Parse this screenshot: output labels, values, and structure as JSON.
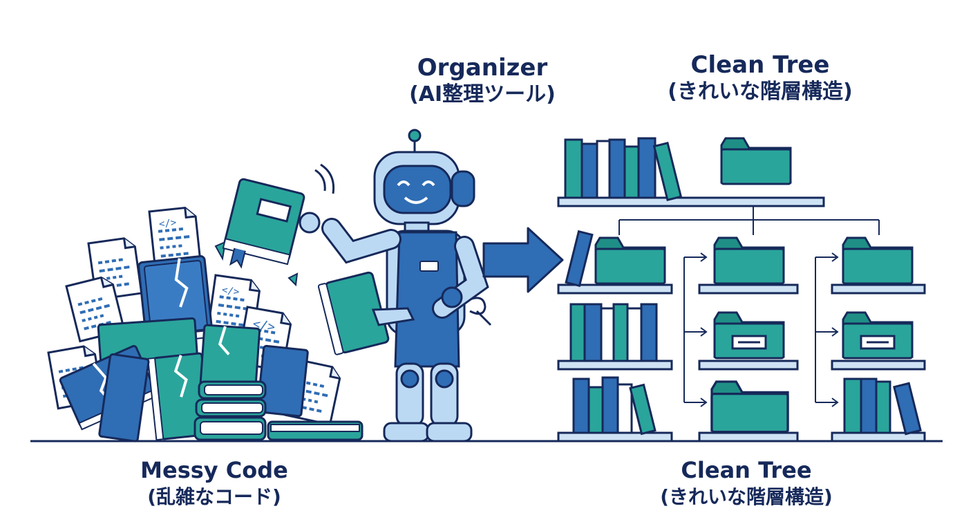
{
  "labels": {
    "organizer": {
      "title": "Organizer",
      "subtitle": "(AI整理ツール)"
    },
    "clean_tree_top": {
      "title": "Clean Tree",
      "subtitle": "(きれいな階層構造)"
    },
    "messy_code": {
      "title": "Messy Code",
      "subtitle": "(乱雑なコード)"
    },
    "clean_tree_bottom": {
      "title": "Clean Tree",
      "subtitle": "(きれいな階層構造)"
    }
  },
  "code_glyph": "</>",
  "colors": {
    "ink": "#16295a",
    "teal": "#2aa59b",
    "blue": "#2f6db5",
    "light_blue": "#b9d6f2",
    "shelf": "#cfe3f5",
    "paper": "#ffffff",
    "robot_body": "#bcd9f4",
    "robot_face": "#2f6db5"
  },
  "icons": [
    "robot-icon",
    "arrow-right-icon",
    "folder-icon",
    "book-icon",
    "document-icon",
    "shelf-icon"
  ]
}
